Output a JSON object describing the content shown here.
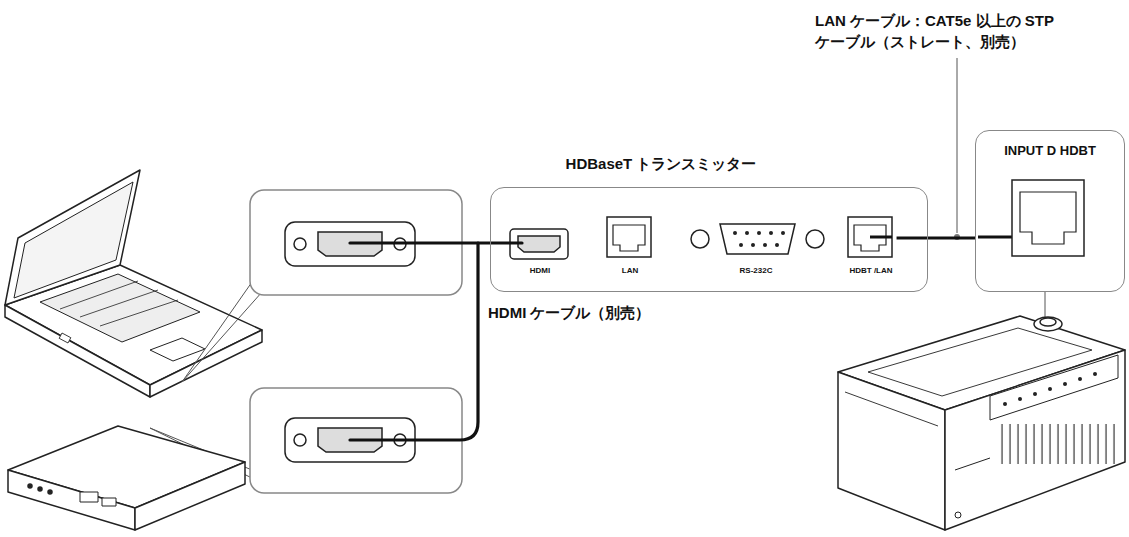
{
  "diagram": {
    "nodes": [
      {
        "text": [
          "HDBaseT トランスミッター"
        ]
      },
      {
        "text": [
          "HDMI"
        ],
        "in": 0
      },
      {
        "text": [
          "LAN"
        ],
        "in": 0
      },
      {
        "text": [
          "RS-232C"
        ],
        "in": 0
      },
      {
        "text": [
          "HDBT /LAN"
        ],
        "in": 0
      },
      {
        "text": [
          "INPUT D HDBT"
        ]
      }
    ],
    "edges": [
      {
        "from": 4,
        "to": 5,
        "arrow": "none"
      }
    ],
    "labels": [
      "LAN ケーブル：CAT5e 以上の STP ケーブル（ストレート、別売）",
      "HDMI ケーブル（別売）"
    ]
  }
}
